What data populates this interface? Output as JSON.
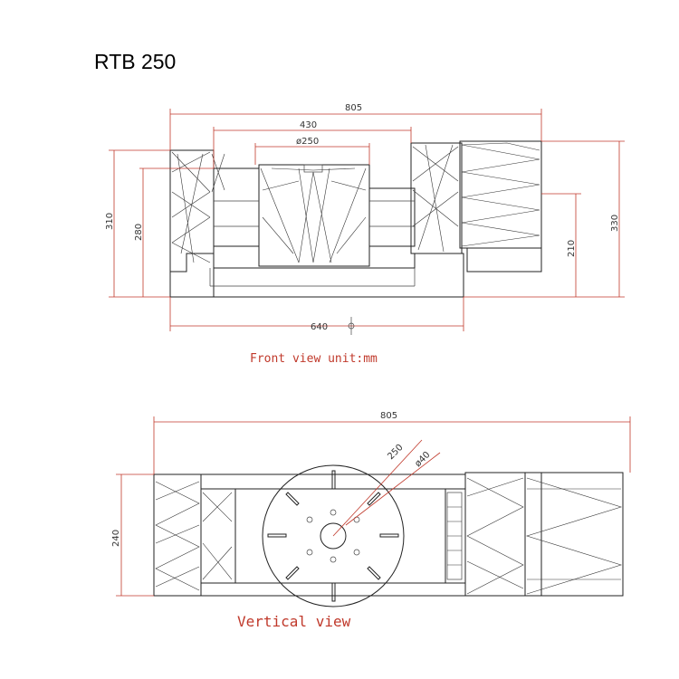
{
  "title": "RTB 250",
  "front_view": {
    "caption": "Front view   unit:mm",
    "dims": {
      "overall_width": "805",
      "inner_width": "430",
      "table_diameter": "ø250",
      "left_height": "310",
      "left_inner_height": "280",
      "base_width": "640",
      "right_height": "330",
      "right_inner_height": "210"
    }
  },
  "vertical_view": {
    "caption": "Vertical view",
    "dims": {
      "overall_width": "805",
      "depth": "240",
      "table_diameter": "250",
      "hole_diameter": "ø40"
    }
  },
  "colors": {
    "dimension": "#c0392b",
    "outline": "#222222"
  }
}
